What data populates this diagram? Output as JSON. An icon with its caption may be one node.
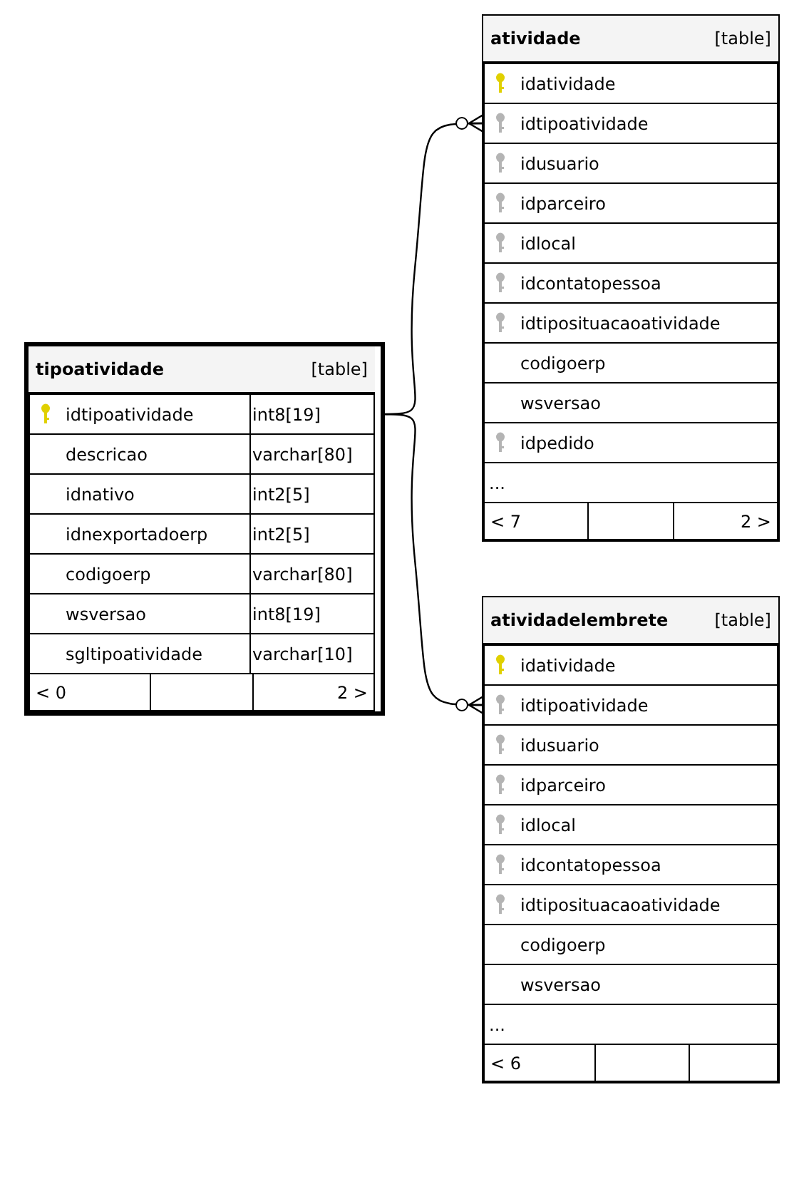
{
  "diagram": {
    "nodes": [
      {
        "text": [
          "tipoatividade",
          "[table]"
        ]
      },
      {
        "text": [
          "idtipoatividade",
          "int8[19]"
        ],
        "in": 0
      },
      {
        "text": [
          "descricao",
          "varchar[80]"
        ],
        "in": 0
      },
      {
        "text": [
          "idnativo",
          "int2[5]"
        ],
        "in": 0
      },
      {
        "text": [
          "idnexportadoerp",
          "int2[5]"
        ],
        "in": 0
      },
      {
        "text": [
          "codigoerp",
          "varchar[80]"
        ],
        "in": 0
      },
      {
        "text": [
          "wsversao",
          "int8[19]"
        ],
        "in": 0
      },
      {
        "text": [
          "sgltipoatividade",
          "varchar[10]"
        ],
        "in": 0
      },
      {
        "text": [
          "< 0",
          "2 >"
        ],
        "in": 0
      },
      {
        "text": [
          "atividade",
          "[table]"
        ]
      },
      {
        "text": [
          "idatividade"
        ],
        "in": 9
      },
      {
        "text": [
          "idtipoatividade"
        ],
        "in": 9
      },
      {
        "text": [
          "idusuario"
        ],
        "in": 9
      },
      {
        "text": [
          "idparceiro"
        ],
        "in": 9
      },
      {
        "text": [
          "idlocal"
        ],
        "in": 9
      },
      {
        "text": [
          "idcontatopessoa"
        ],
        "in": 9
      },
      {
        "text": [
          "idtiposituacaoatividade"
        ],
        "in": 9
      },
      {
        "text": [
          "codigoerp"
        ],
        "in": 9
      },
      {
        "text": [
          "wsversao"
        ],
        "in": 9
      },
      {
        "text": [
          "idpedido"
        ],
        "in": 9
      },
      {
        "text": [
          "..."
        ],
        "in": 9
      },
      {
        "text": [
          "< 7",
          "2 >"
        ],
        "in": 9
      },
      {
        "text": [
          "atividadelembrete",
          "[table]"
        ]
      },
      {
        "text": [
          "idatividade"
        ],
        "in": 22
      },
      {
        "text": [
          "idtipoatividade"
        ],
        "in": 22
      },
      {
        "text": [
          "idusuario"
        ],
        "in": 22
      },
      {
        "text": [
          "idparceiro"
        ],
        "in": 22
      },
      {
        "text": [
          "idlocal"
        ],
        "in": 22
      },
      {
        "text": [
          "idcontatopessoa"
        ],
        "in": 22
      },
      {
        "text": [
          "idtiposituacaoatividade"
        ],
        "in": 22
      },
      {
        "text": [
          "codigoerp"
        ],
        "in": 22
      },
      {
        "text": [
          "wsversao"
        ],
        "in": 22
      },
      {
        "text": [
          "..."
        ],
        "in": 22
      },
      {
        "text": [
          "< 6"
        ],
        "in": 22
      }
    ],
    "edges": [
      {
        "from": 1,
        "to": 11,
        "arrow": "other"
      },
      {
        "from": 1,
        "to": 24,
        "arrow": "other"
      }
    ]
  }
}
